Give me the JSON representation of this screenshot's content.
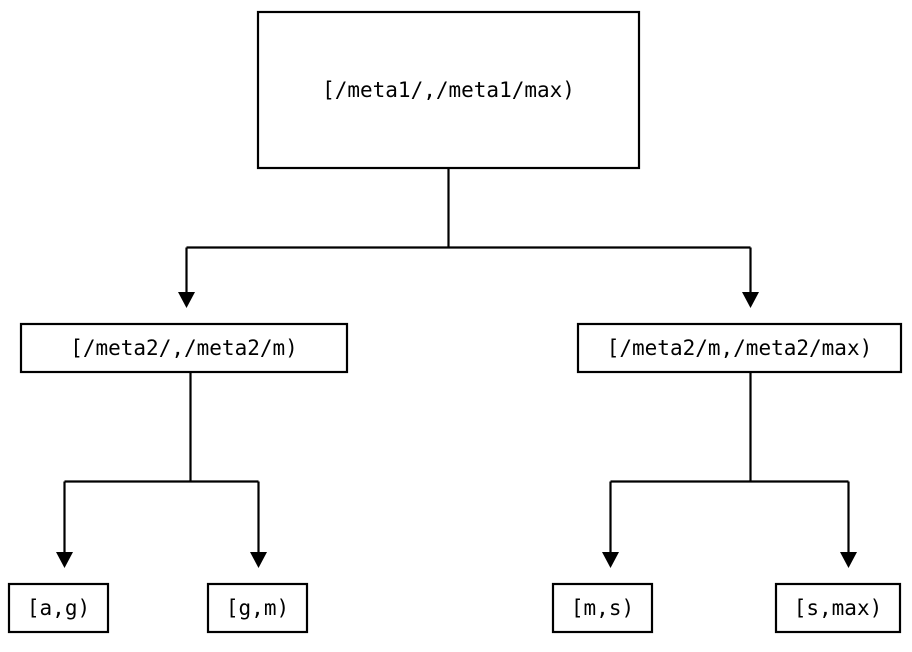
{
  "diagram": {
    "type": "tree",
    "title": "",
    "background_color": "#ffffff",
    "line_color": "#000000",
    "text_color": "#000000",
    "nodes": {
      "root": {
        "label": "[/meta1/,/meta1/max)"
      },
      "level2": [
        {
          "label": "[/meta2/,/meta2/m)"
        },
        {
          "label": "[/meta2/m,/meta2/max)"
        }
      ],
      "leaves": [
        {
          "label": "[a,g)"
        },
        {
          "label": "[g,m)"
        },
        {
          "label": "[m,s)"
        },
        {
          "label": "[s,max)"
        }
      ]
    },
    "edges": [
      {
        "from": "root",
        "to": "level2-0",
        "arrow": "down-triangle"
      },
      {
        "from": "root",
        "to": "level2-1",
        "arrow": "down-triangle"
      },
      {
        "from": "level2-0",
        "to": "leaf-0",
        "arrow": "down-triangle"
      },
      {
        "from": "level2-0",
        "to": "leaf-1",
        "arrow": "down-triangle"
      },
      {
        "from": "level2-1",
        "to": "leaf-2",
        "arrow": "down-triangle"
      },
      {
        "from": "level2-1",
        "to": "leaf-3",
        "arrow": "down-triangle"
      }
    ]
  }
}
